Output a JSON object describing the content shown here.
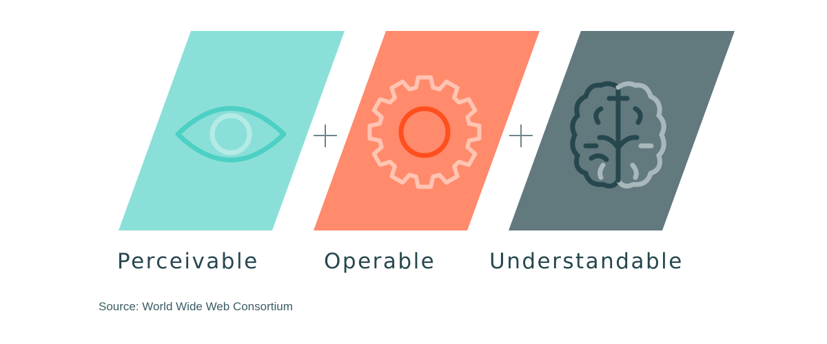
{
  "pillars": [
    {
      "label": "Perceivable",
      "icon": "eye-icon",
      "color": "#8ae0d8"
    },
    {
      "label": "Operable",
      "icon": "gear-icon",
      "color": "#ff8a6c"
    },
    {
      "label": "Understandable",
      "icon": "brain-icon",
      "color": "#62797e"
    }
  ],
  "connector": "plus-icon",
  "source": "Source: World Wide Web Consortium"
}
